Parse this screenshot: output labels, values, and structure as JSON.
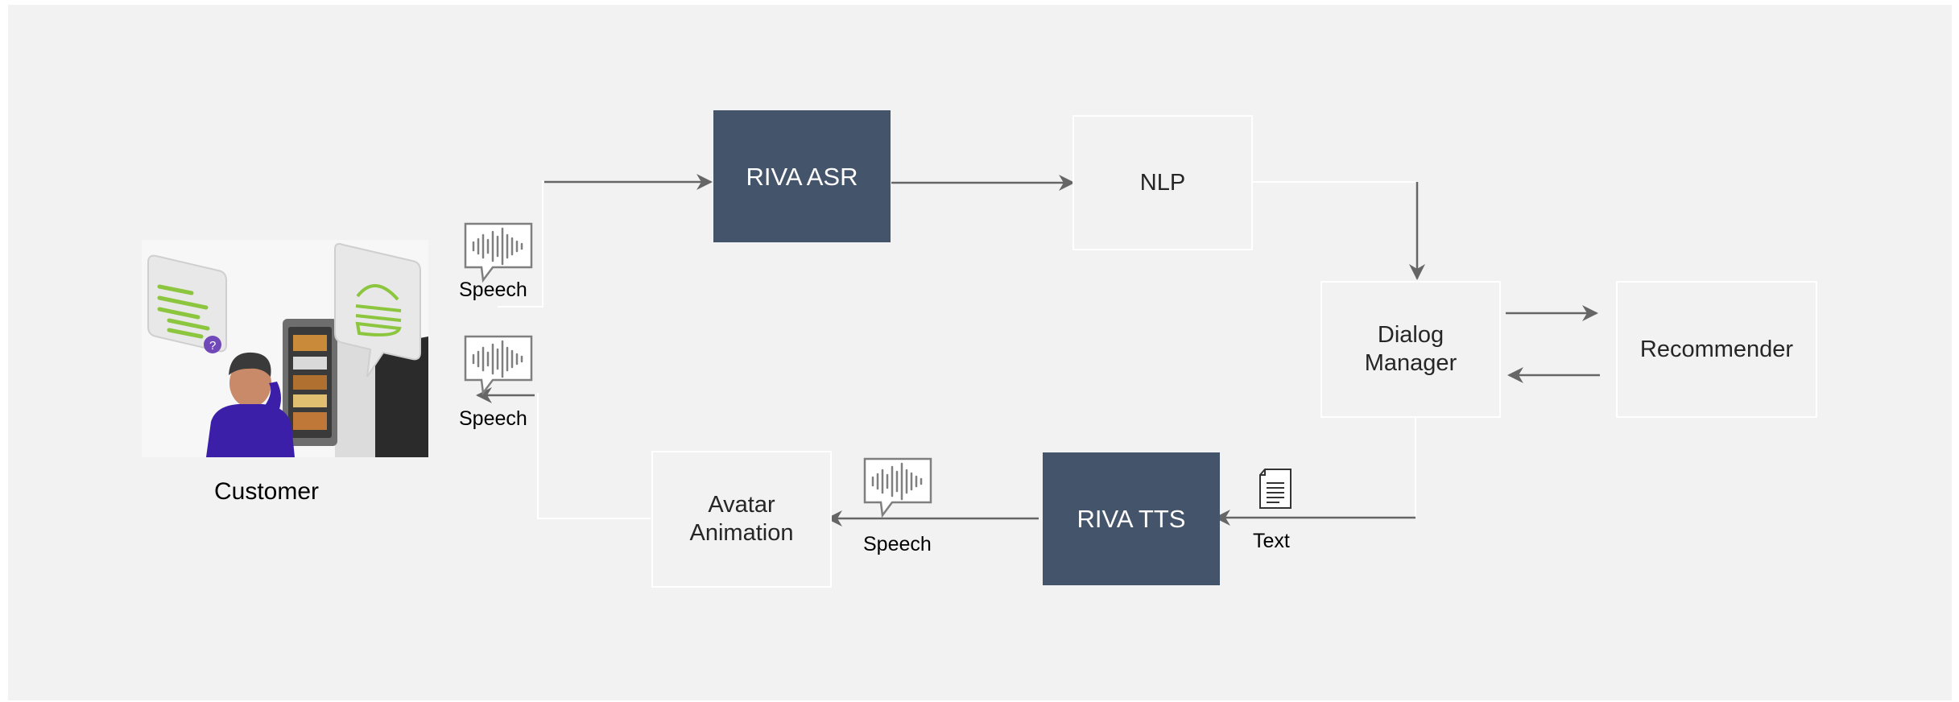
{
  "nodes": {
    "customer": "Customer",
    "riva_asr": "RIVA ASR",
    "nlp": "NLP",
    "dialog_manager": "Dialog\nManager",
    "recommender": "Recommender",
    "riva_tts": "RIVA TTS",
    "avatar_animation": "Avatar\nAnimation"
  },
  "labels": {
    "speech_in": "Speech",
    "speech_out": "Speech",
    "speech_avatar": "Speech",
    "text": "Text"
  },
  "colors": {
    "background": "#f2f2f2",
    "dark_box": "#44546a",
    "arrow": "#666666",
    "connector": "#ffffff"
  },
  "icons": [
    "speech-waveform-icon",
    "document-icon",
    "customer-kiosk-illustration"
  ]
}
